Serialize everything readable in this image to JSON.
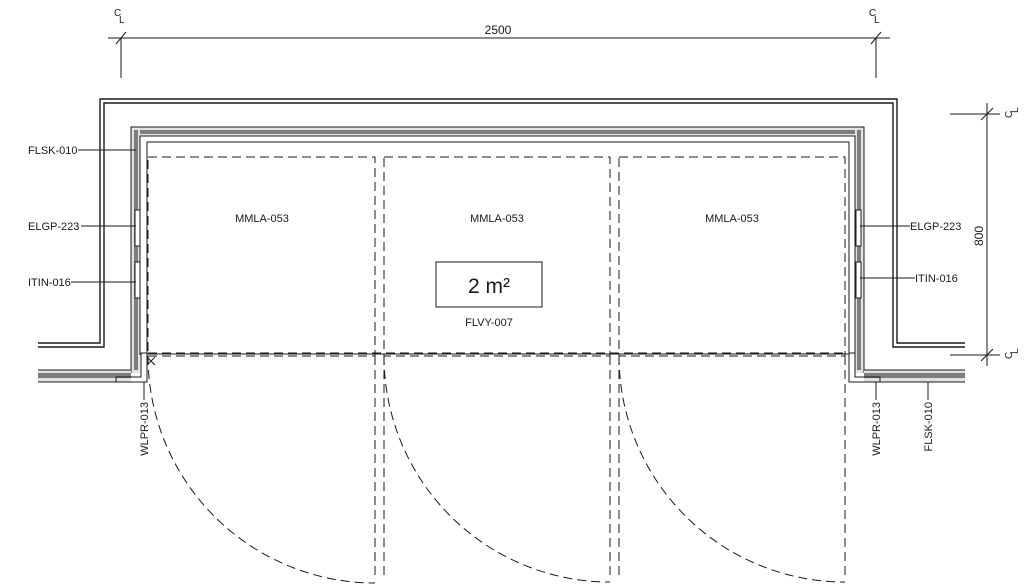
{
  "dimensions": {
    "width_label": "2500",
    "depth_label": "800",
    "centerline_symbol": "C L"
  },
  "room": {
    "area_label": "2 m²",
    "room_tag": "FLVY-007"
  },
  "modules": [
    {
      "tag": "MMLA-053"
    },
    {
      "tag": "MMLA-053"
    },
    {
      "tag": "MMLA-053"
    }
  ],
  "left_tags": {
    "flsk": "FLSK-010",
    "elgp": "ELGP-223",
    "itin": "ITIN-016",
    "wlpr": "WLPR-013"
  },
  "right_tags": {
    "elgp": "ELGP-223",
    "itin": "ITIN-016",
    "wlpr": "WLPR-013",
    "flsk": "FLSK-010"
  },
  "colors": {
    "line": "#1a1a1a",
    "wall_fill": "#7d7d7d",
    "light_fill": "#e2e2e2",
    "background": "#ffffff"
  }
}
